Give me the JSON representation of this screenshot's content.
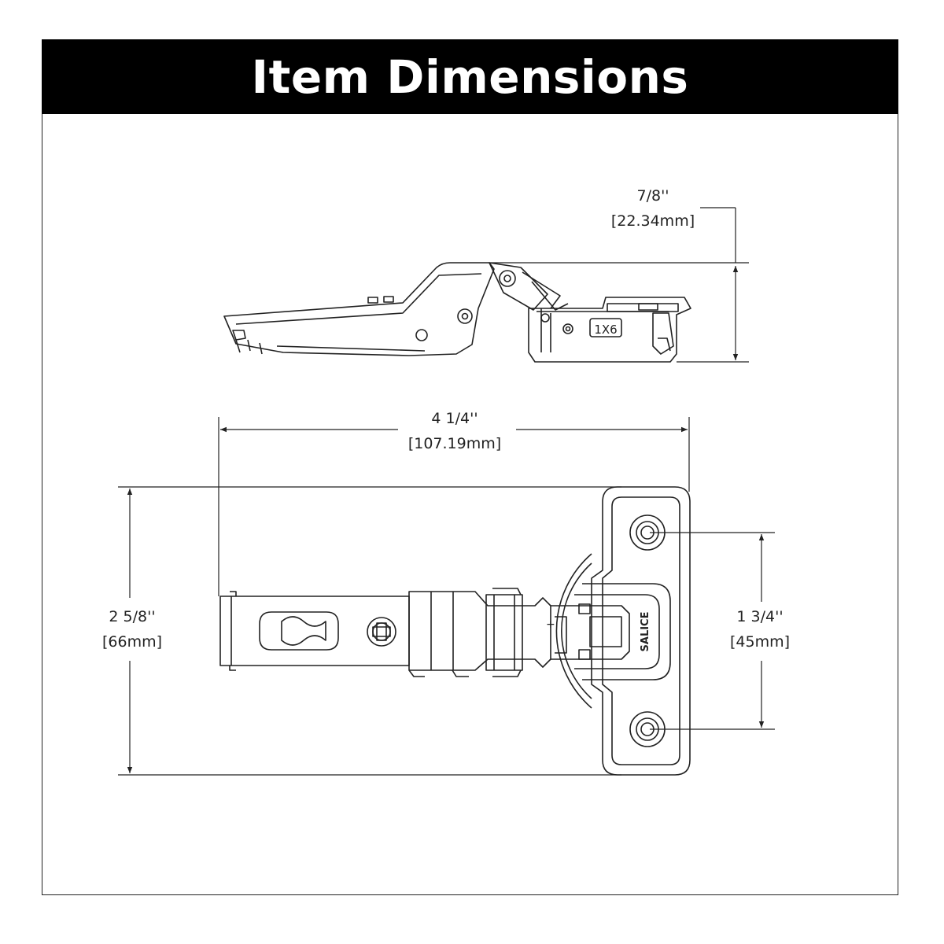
{
  "header": {
    "title": "Item Dimensions"
  },
  "dimensions": {
    "height": {
      "imperial": "7/8''",
      "metric": "[22.34mm]"
    },
    "length": {
      "imperial": "4 1/4''",
      "metric": "[107.19mm]"
    },
    "width": {
      "imperial": "2 5/8''",
      "metric": "[66mm]"
    },
    "hole_spacing": {
      "imperial": "1 3/4''",
      "metric": "[45mm]"
    }
  },
  "part_markings": {
    "side_stamp": "1X6",
    "brand": "SALICE"
  },
  "colors": {
    "banner": "#000000",
    "banner_text": "#ffffff",
    "line": "#222222"
  }
}
